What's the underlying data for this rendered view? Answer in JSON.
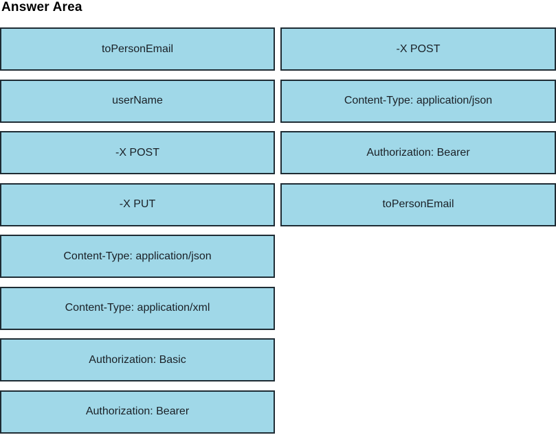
{
  "title": "Answer Area",
  "colors": {
    "box_fill": "#a0d8e8",
    "box_border": "#1e2b33",
    "box_text": "#1a2026",
    "title_color": "#000000"
  },
  "left_column": {
    "items": [
      "toPersonEmail",
      "userName",
      "-X POST",
      "-X PUT",
      "Content-Type: application/json",
      "Content-Type: application/xml",
      "Authorization: Basic",
      "Authorization: Bearer"
    ]
  },
  "right_column": {
    "items": [
      "-X POST",
      "Content-Type: application/json",
      "Authorization: Bearer",
      "toPersonEmail"
    ]
  }
}
